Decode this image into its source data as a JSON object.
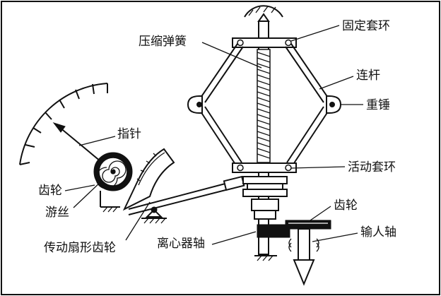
{
  "labels": {
    "fixed_collar": "固定套环",
    "compression_spring": "压缩弹簧",
    "link_rod": "连杆",
    "weight": "重锤",
    "pointer": "指针",
    "sliding_collar": "活动套环",
    "gear_left": "齿轮",
    "hairspring": "游丝",
    "gear_right": "齿轮",
    "input_shaft": "输人轴",
    "centrifuge_shaft": "离心器轴",
    "sector_gear": "传动扇形齿轮"
  }
}
